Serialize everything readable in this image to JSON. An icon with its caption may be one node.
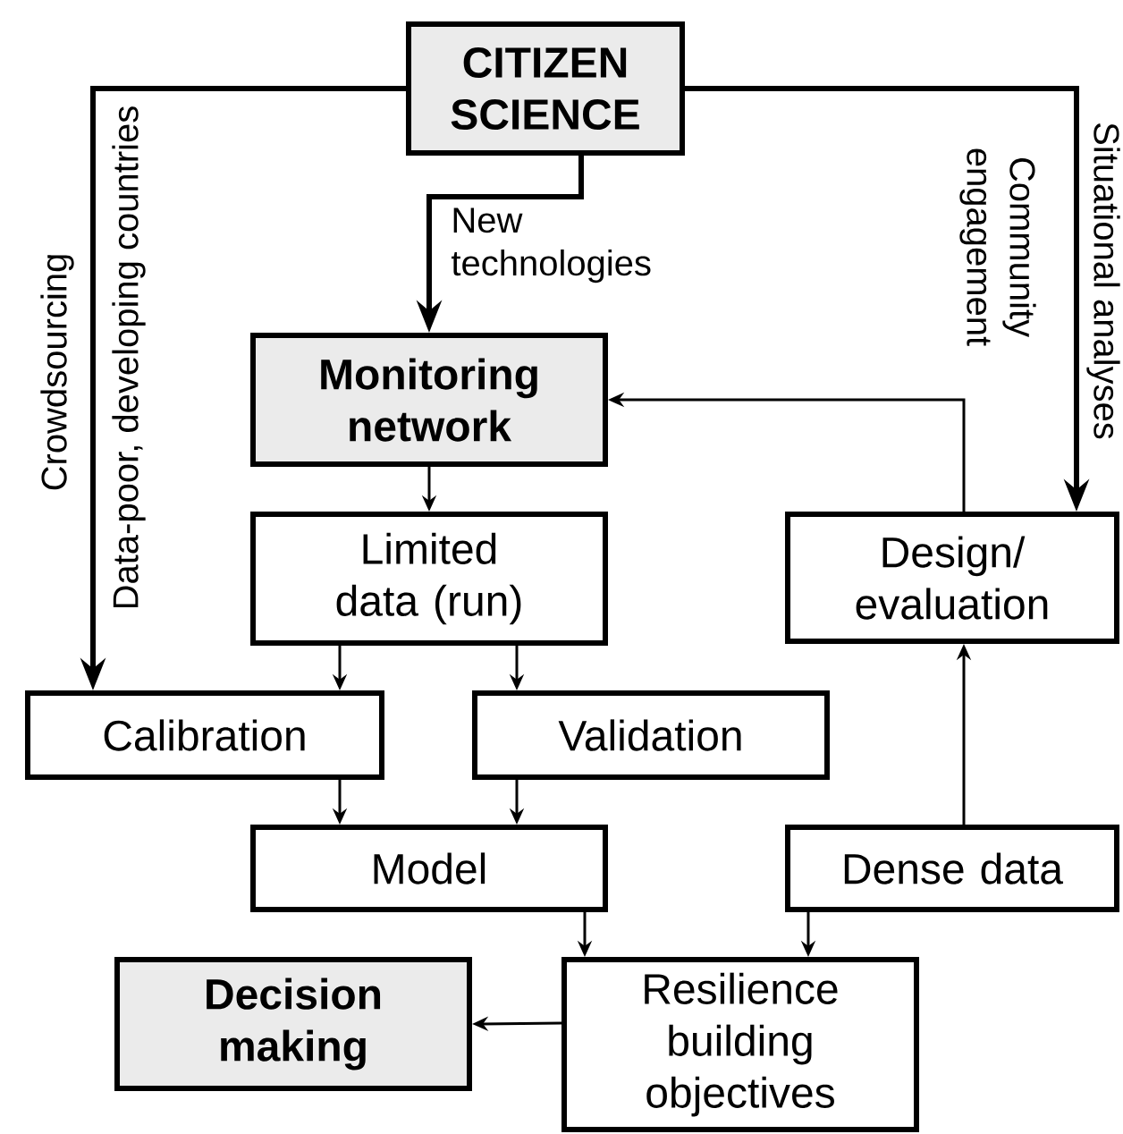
{
  "diagram": {
    "nodes": [
      {
        "text": [
          "CITIZEN SCIENCE"
        ]
      },
      {
        "text": [
          "Monitoring network"
        ]
      },
      {
        "text": [
          "Limited data (run)"
        ]
      },
      {
        "text": [
          "Design/ evaluation"
        ]
      },
      {
        "text": [
          "Calibration"
        ]
      },
      {
        "text": [
          "Validation"
        ]
      },
      {
        "text": [
          "Model"
        ]
      },
      {
        "text": [
          "Dense data"
        ]
      },
      {
        "text": [
          "Decision making"
        ]
      },
      {
        "text": [
          "Resilience building objectives"
        ]
      }
    ],
    "edges": [
      {
        "from": 0,
        "to": 4,
        "arrow": "to",
        "label": "Crowdsourcing",
        "style": "thick"
      },
      {
        "from": 0,
        "to": 1,
        "arrow": "to",
        "label": "New technologies",
        "style": "thick"
      },
      {
        "from": 0,
        "to": 3,
        "arrow": "to",
        "label": "Situational analyses",
        "style": "thick"
      },
      {
        "from": 1,
        "to": 2,
        "arrow": "to"
      },
      {
        "from": 2,
        "to": 4,
        "arrow": "to"
      },
      {
        "from": 2,
        "to": 5,
        "arrow": "to"
      },
      {
        "from": 4,
        "to": 6,
        "arrow": "to"
      },
      {
        "from": 5,
        "to": 6,
        "arrow": "to"
      },
      {
        "from": 6,
        "to": 9,
        "arrow": "to"
      },
      {
        "from": 7,
        "to": 9,
        "arrow": "to"
      },
      {
        "from": 7,
        "to": 3,
        "arrow": "to"
      },
      {
        "from": 9,
        "to": 8,
        "arrow": "to"
      },
      {
        "from": 3,
        "to": 1,
        "arrow": "to"
      }
    ],
    "labels": [
      "Data-poor, developing countries",
      "Community engagement"
    ]
  }
}
